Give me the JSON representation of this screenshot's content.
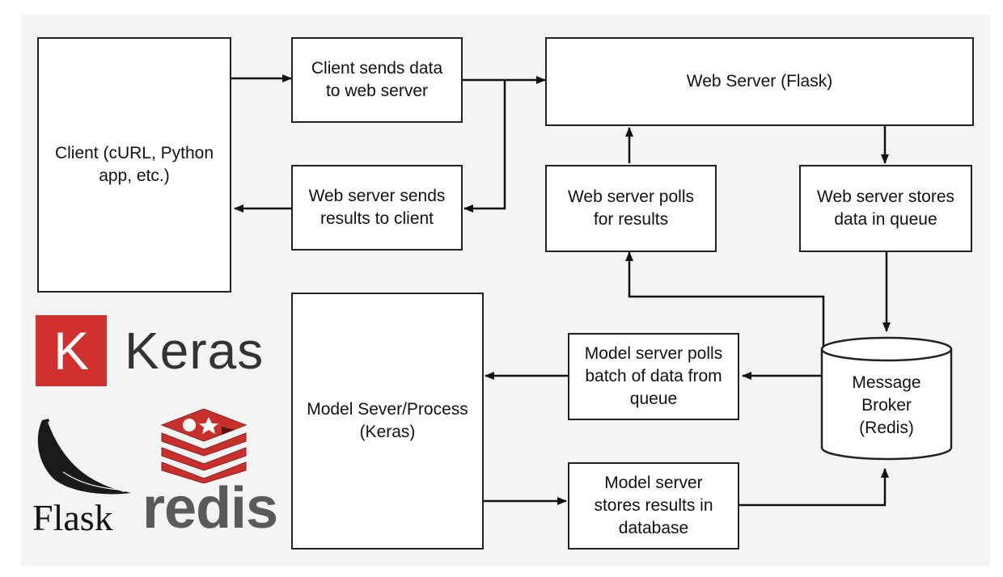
{
  "nodes": {
    "client": "Client (cURL, Python\napp, etc.)",
    "client_sends": "Client sends data\nto web server",
    "web_server": "Web Server (Flask)",
    "web_sends": "Web server sends\nresults to client",
    "web_polls": "Web server polls\nfor results",
    "web_stores": "Web server stores\ndata in queue",
    "model_server": "Model Sever/Process\n(Keras)",
    "model_polls": "Model server polls\nbatch of data from\nqueue",
    "model_stores": "Model server\nstores results in\ndatabase",
    "broker": "Message\nBroker\n(Redis)"
  },
  "logos": {
    "keras_mark": "K",
    "keras_word": "Keras",
    "flask_word": "Flask",
    "redis_word": "redis",
    "flask_icon": "flask-horn-icon",
    "redis_icon": "redis-stack-icon"
  },
  "colors": {
    "keras_red": "#d0312d",
    "redis_red": "#c9302c",
    "line": "#111111"
  }
}
